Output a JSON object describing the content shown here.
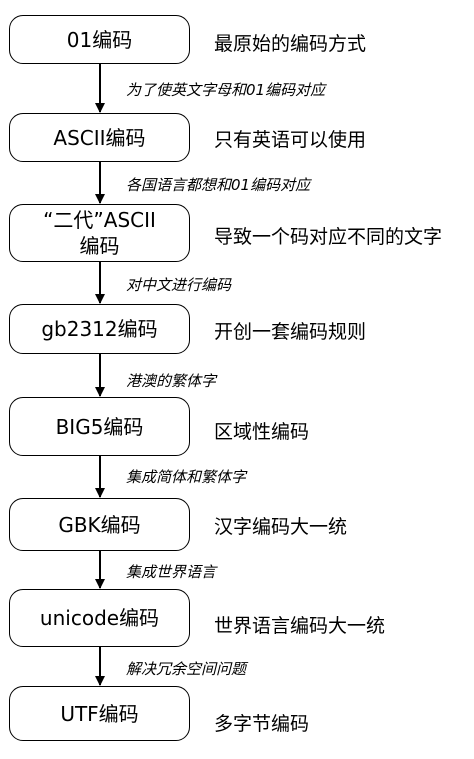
{
  "nodes": [
    {
      "label": "01编码",
      "desc": "最原始的编码方式"
    },
    {
      "label": "ASCII编码",
      "desc": "只有英语可以使用"
    },
    {
      "label": "“二代”ASCII\n编码",
      "desc": "导致一个码对应不同的文字"
    },
    {
      "label": "gb2312编码",
      "desc": "开创一套编码规则"
    },
    {
      "label": "BIG5编码",
      "desc": "区域性编码"
    },
    {
      "label": "GBK编码",
      "desc": "汉字编码大一统"
    },
    {
      "label": "unicode编码",
      "desc": "世界语言编码大一统"
    },
    {
      "label": "UTF编码",
      "desc": "多字节编码"
    }
  ],
  "edges": [
    "为了使英文字母和01编码对应",
    "各国语言都想和01编码对应",
    "对中文进行编码",
    "港澳的繁体字",
    "集成简体和繁体字",
    "集成世界语言",
    "解决冗余空间问题"
  ],
  "colors": {
    "stroke": "#000000",
    "background": "#ffffff"
  }
}
